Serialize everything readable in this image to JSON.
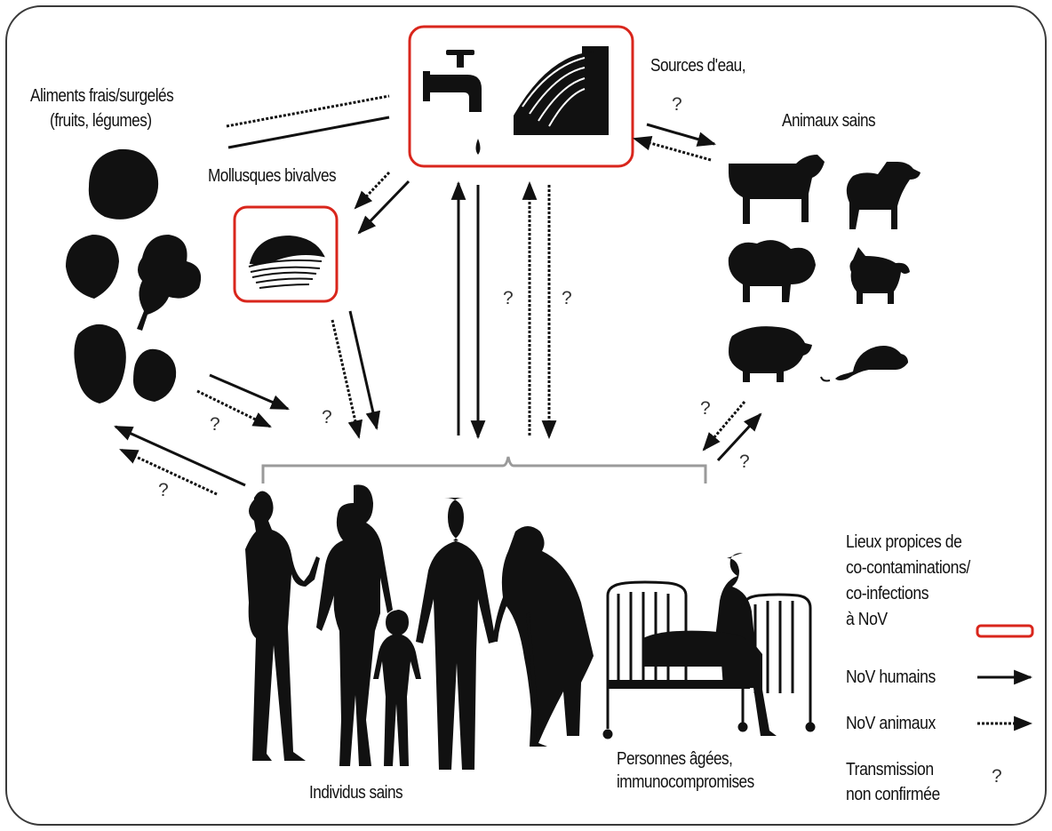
{
  "labels": {
    "fresh_food": "Aliments frais/surgelés",
    "fresh_food_sub": "(fruits, légumes)",
    "water_sources": "Sources d'eau,",
    "healthy_animals": "Animaux sains",
    "bivalves": "Mollusques bivalves",
    "healthy_individuals": "Individus sains",
    "elderly_1": "Personnes âgées,",
    "elderly_2": "immunocompromises"
  },
  "question_mark": "?",
  "legend": {
    "title_lines": [
      "Lieux propices de",
      "co-contaminations/",
      "co-infections",
      "à NoV"
    ],
    "human_nov": "NoV humains",
    "animal_nov": "NoV animaux",
    "transmission_1": "Transmission",
    "transmission_2": "non confirmée",
    "transmission_symbol": "?"
  },
  "colors": {
    "highlight_box": "#d9261c",
    "silhouette": "#111111",
    "bracket": "#9a9a9a"
  }
}
